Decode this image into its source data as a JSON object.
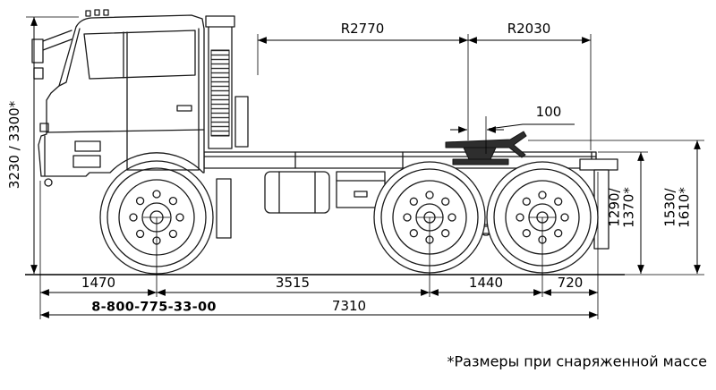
{
  "dims": {
    "overall_height": "3230 / 3300*",
    "radius_front": "R2770",
    "radius_rear": "R2030",
    "fifth_wheel_lead": "100",
    "frame_height": [
      "1290/",
      "1370*"
    ],
    "saddle_height": [
      "1530/",
      "1610*"
    ],
    "front_overhang": "1470",
    "wheelbase": "3515",
    "bogie_base": "1440",
    "rear_overhang": "720",
    "overall_length": "7310"
  },
  "footer": {
    "phone": "8-800-775-33-00",
    "footnote": "*Размеры при снаряженной массе"
  }
}
